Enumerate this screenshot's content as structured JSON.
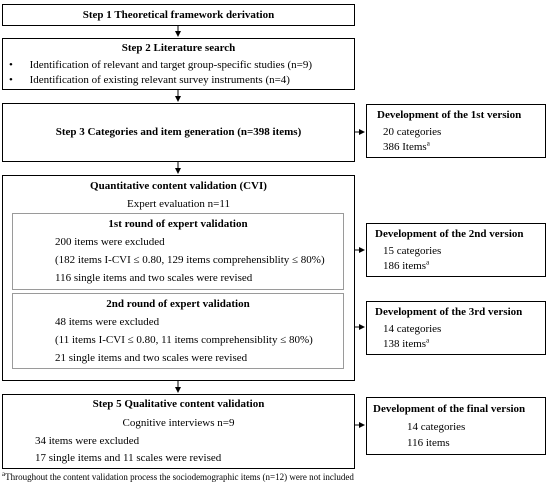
{
  "step1": {
    "title": "Step 1   Theoretical framework derivation"
  },
  "step2": {
    "title": "Step 2   Literature search",
    "bullets": [
      "Identification of relevant and target group-specific studies (n=9)",
      "Identification of existing relevant survey instruments (n=4)"
    ]
  },
  "step3": {
    "title": "Step 3   Categories and item generation (n=398 items)"
  },
  "v1": {
    "title": "Development of the 1st version",
    "line1": "20 categories",
    "line2": "386 Items",
    "sup": "a"
  },
  "cvi": {
    "title": "Quantitative content validation (CVI)",
    "subtitle": "Expert evaluation n=11",
    "round1": {
      "title": "1st round of expert validation",
      "line1": "200 items were excluded",
      "line2": "(182 items I-CVI ≤ 0.80, 129 items comprehensiblity ≤ 80%)",
      "line3": "116 single items and two scales were revised"
    },
    "round2": {
      "title": "2nd round of expert validation",
      "line1": "48 items were excluded",
      "line2": "(11 items I-CVI ≤ 0.80, 11 items comprehensiblity ≤ 80%)",
      "line3": "21 single items and two scales were revised"
    }
  },
  "v2": {
    "title": "Development of the 2nd version",
    "line1": "15 categories",
    "line2": "186 items",
    "sup": "a"
  },
  "v3": {
    "title": "Development of the 3rd version",
    "line1": "14 categories",
    "line2": "138 items",
    "sup": "a"
  },
  "step5": {
    "title": "Step 5 Qualitative content validation",
    "subtitle": "Cognitive interviews n=9",
    "line1": "34 items were excluded",
    "line2": "17 single items and 11 scales were revised"
  },
  "vfinal": {
    "title": "Development of the final version",
    "line1": "14 categories",
    "line2": "116 items"
  },
  "footnote": {
    "sup": "a",
    "text": "Throughout the content validation process the sociodemographic items (n=12) were not included"
  }
}
